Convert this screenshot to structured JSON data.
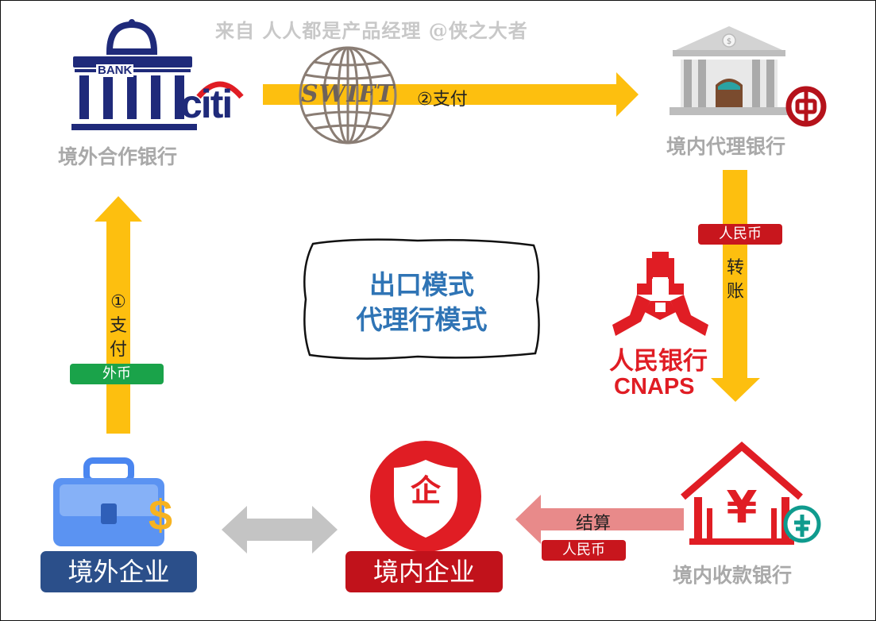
{
  "watermark": "来自 人人都是产品经理 @侠之大者",
  "center_title": {
    "line1": "出口模式",
    "line2": "代理行模式"
  },
  "nodes": {
    "overseas_partner_bank": "境外合作银行",
    "domestic_agent_bank": "境内代理银行",
    "domestic_receiving_bank": "境内收款银行",
    "overseas_enterprise": "境外企业",
    "domestic_enterprise": "境内企业",
    "pboc_line1": "人民银行",
    "pboc_line2": "CNAPS"
  },
  "logos": {
    "bank_sign": "BANK",
    "citi": "citi",
    "swift": "SWIFT",
    "enterprise_char": "企",
    "yuan_symbol": "¥",
    "dollar_symbol": "$"
  },
  "flows": {
    "step1_number": "①",
    "step1_chars": [
      "支",
      "付"
    ],
    "step1_currency": "外币",
    "step2_label": "②支付",
    "transfer_currency": "人民币",
    "transfer_chars": [
      "转",
      "账"
    ],
    "settle_label": "结算",
    "settle_currency": "人民币"
  },
  "colors": {
    "arrow_yellow": "#fdbf0f",
    "brand_red": "#e01d24",
    "pill_red": "#c8161d",
    "pill_green": "#1aa34a",
    "navy": "#1f2a7a",
    "title_blue": "#2f74b5",
    "enterprise_navy_label": "#2b4f8a",
    "enterprise_red_label": "#c1121b",
    "settle_arrow": "#e88a8a",
    "double_arrow_gray": "#c4c4c4",
    "node_label_gray": "#a9a9a9"
  },
  "icons": [
    "bank-building-icon",
    "citi-logo-icon",
    "swift-globe-icon",
    "agent-bank-building-icon",
    "bank-of-china-logo-icon",
    "pboc-logo-icon",
    "briefcase-dollar-icon",
    "enterprise-shield-icon",
    "house-yuan-icon",
    "abc-bank-logo-icon"
  ]
}
